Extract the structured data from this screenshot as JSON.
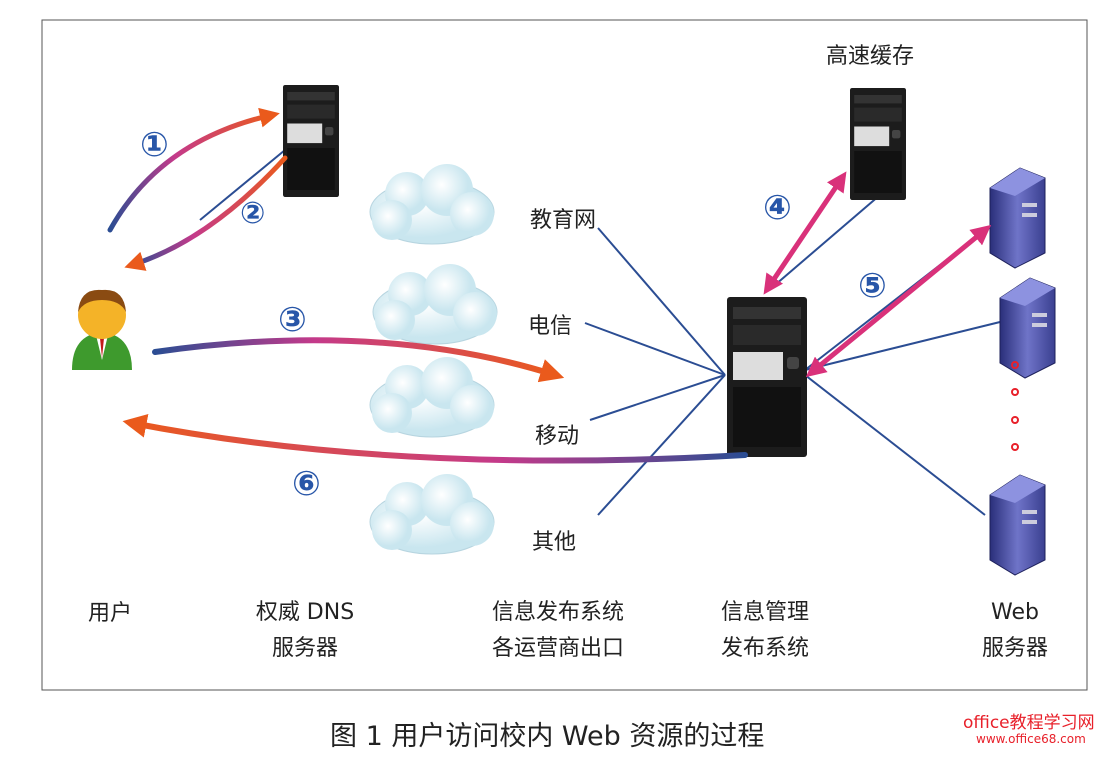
{
  "caption": "图 1  用户访问校内 Web 资源的过程",
  "watermark": {
    "line1": "office教程学习网",
    "line2": "www.office68.com",
    "color": "#e8202a"
  },
  "nodes": {
    "user": "用户",
    "dns": [
      "权威 DNS",
      "服务器"
    ],
    "isp": [
      "信息发布系统",
      "各运营商出口"
    ],
    "mgmt": [
      "信息管理",
      "发布系统"
    ],
    "web": [
      "Web",
      "服务器"
    ],
    "cache": "高速缓存"
  },
  "networks": [
    "教育网",
    "电信",
    "移动",
    "其他"
  ],
  "steps": [
    "①",
    "②",
    "③",
    "④",
    "⑤",
    "⑥"
  ],
  "colors": {
    "line": "#2b4d93",
    "arrow_start": "#d1357f",
    "arrow_end": "#ea5a1c",
    "step": "#2856a8",
    "border": "#555555"
  }
}
